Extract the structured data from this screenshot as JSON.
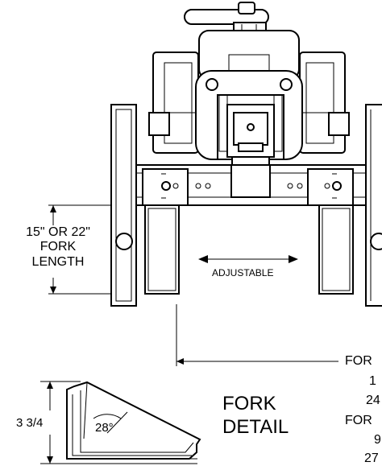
{
  "labels": {
    "fork_length": [
      "15\" OR 22\"",
      "FORK",
      "LENGTH"
    ],
    "adjustable": "ADJUSTABLE",
    "fork_detail": [
      "FORK",
      "DETAIL"
    ],
    "dim_height": "3 3/4",
    "angle": "28°"
  },
  "truncated_notes": [
    "FOR",
    "1",
    "24",
    "FOR",
    "9",
    "27"
  ]
}
